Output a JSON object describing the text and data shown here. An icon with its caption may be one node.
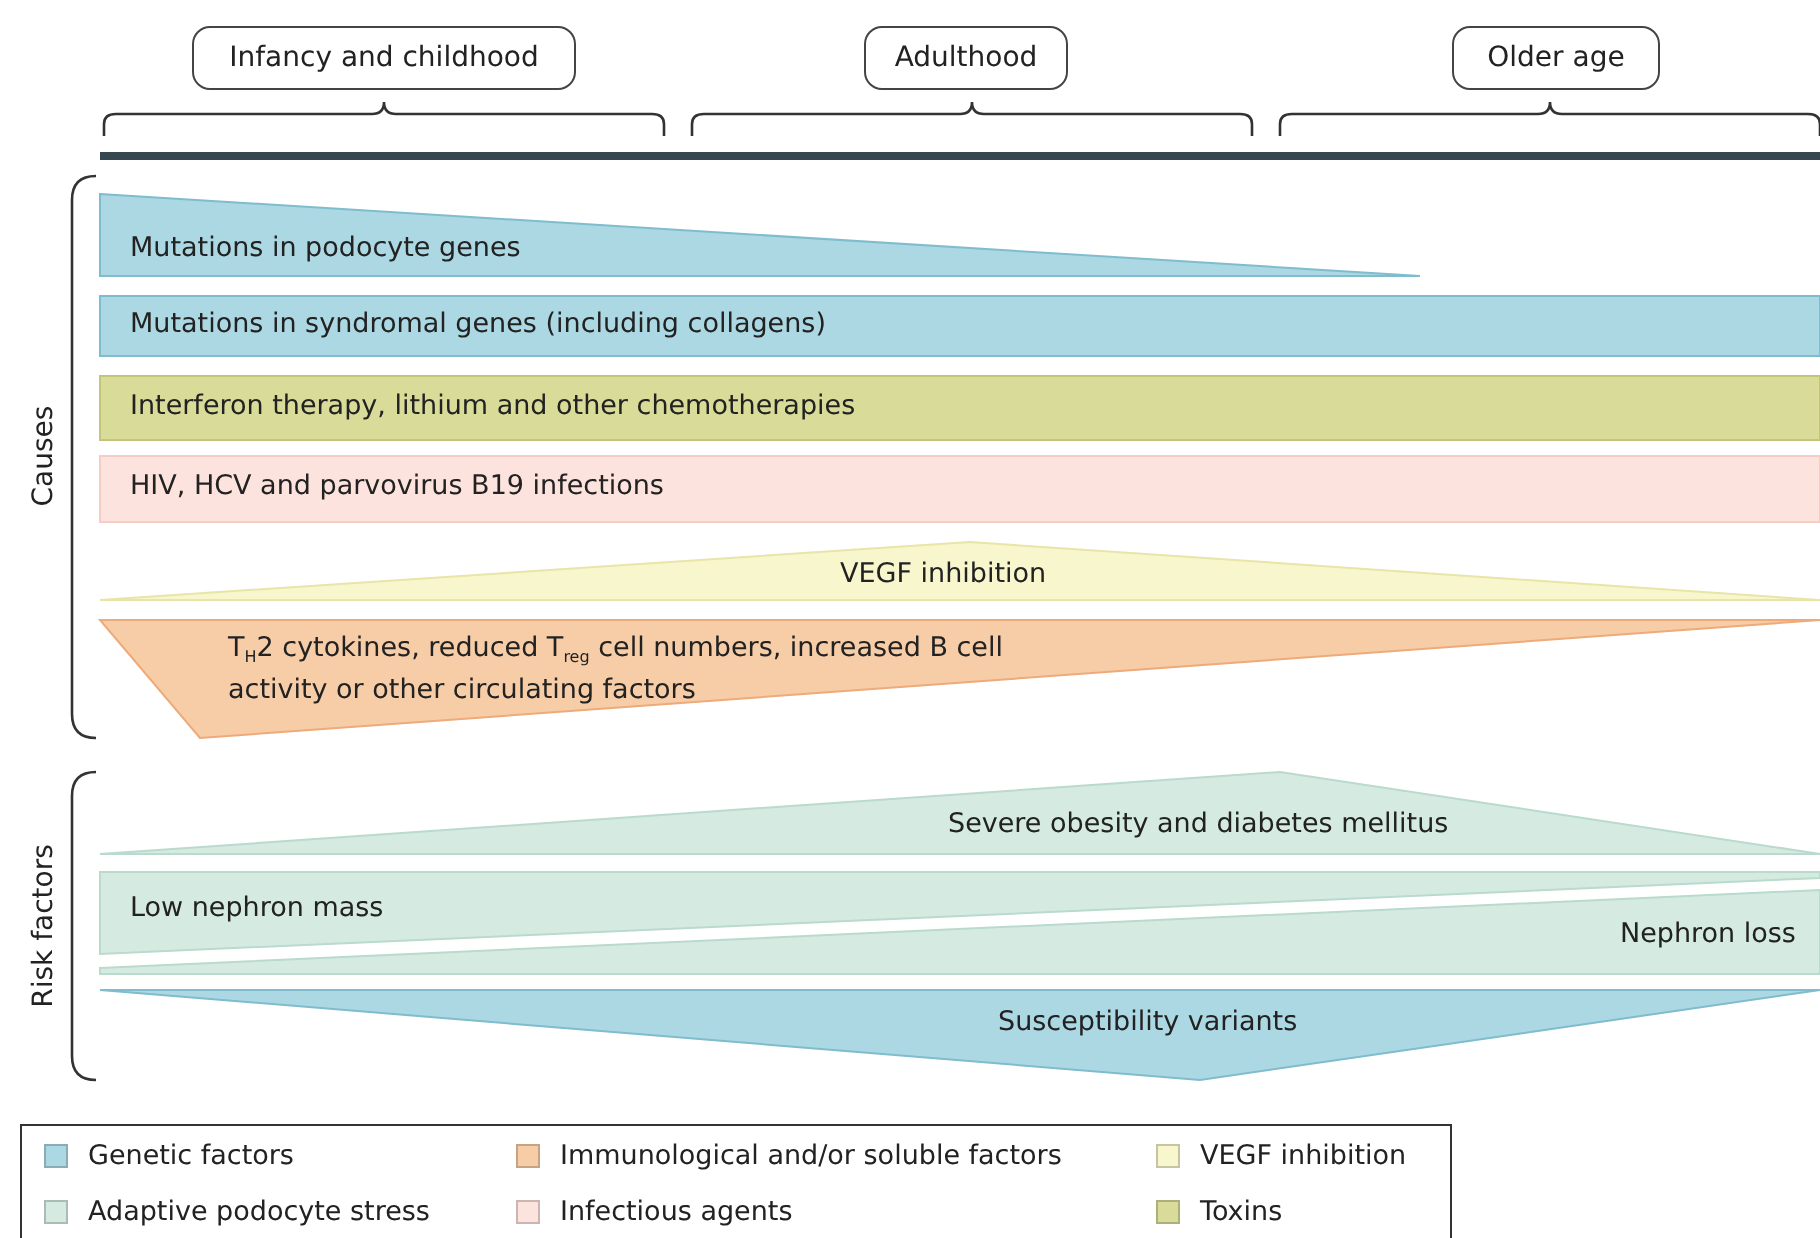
{
  "diagram": {
    "nodes": [
      {
        "text": [
          "Infancy and childhood"
        ]
      },
      {
        "text": [
          "Adulthood"
        ]
      },
      {
        "text": [
          "Older age"
        ]
      },
      {
        "text": [
          "Mutations in podocyte genes"
        ]
      },
      {
        "text": [
          "Mutations in syndromal genes (including collagens)"
        ]
      },
      {
        "text": [
          "Interferon therapy, lithium and other chemotherapies"
        ]
      },
      {
        "text": [
          "HIV, HCV and parvovirus B19 infections"
        ]
      },
      {
        "text": [
          "VEGF inhibition"
        ]
      },
      {
        "text": [
          "T$_{H}$2 cytokines, reduced T$_{reg}$ cell numbers, increased B cell activity or other circulating factors"
        ]
      },
      {
        "text": [
          "Severe obesity and diabetes mellitus"
        ]
      },
      {
        "text": [
          "Low nephron mass"
        ]
      },
      {
        "text": [
          "Nephron loss"
        ]
      },
      {
        "text": [
          "Susceptibility variants"
        ]
      }
    ],
    "labels": [
      "Causes",
      "Risk factors"
    ],
    "legend": [
      {
        "text": "Genetic factors",
        "color": "#acd8e3"
      },
      {
        "text": "Immunological and/or soluble factors",
        "color": "#f7cda8"
      },
      {
        "text": "VEGF inhibition",
        "color": "#f8f6cc"
      },
      {
        "text": "Adaptive podocyte stress",
        "color": "#d5ebe2"
      },
      {
        "text": "Infectious agents",
        "color": "#fde3dd"
      },
      {
        "text": "Toxins",
        "color": "#d9dc98"
      }
    ]
  }
}
